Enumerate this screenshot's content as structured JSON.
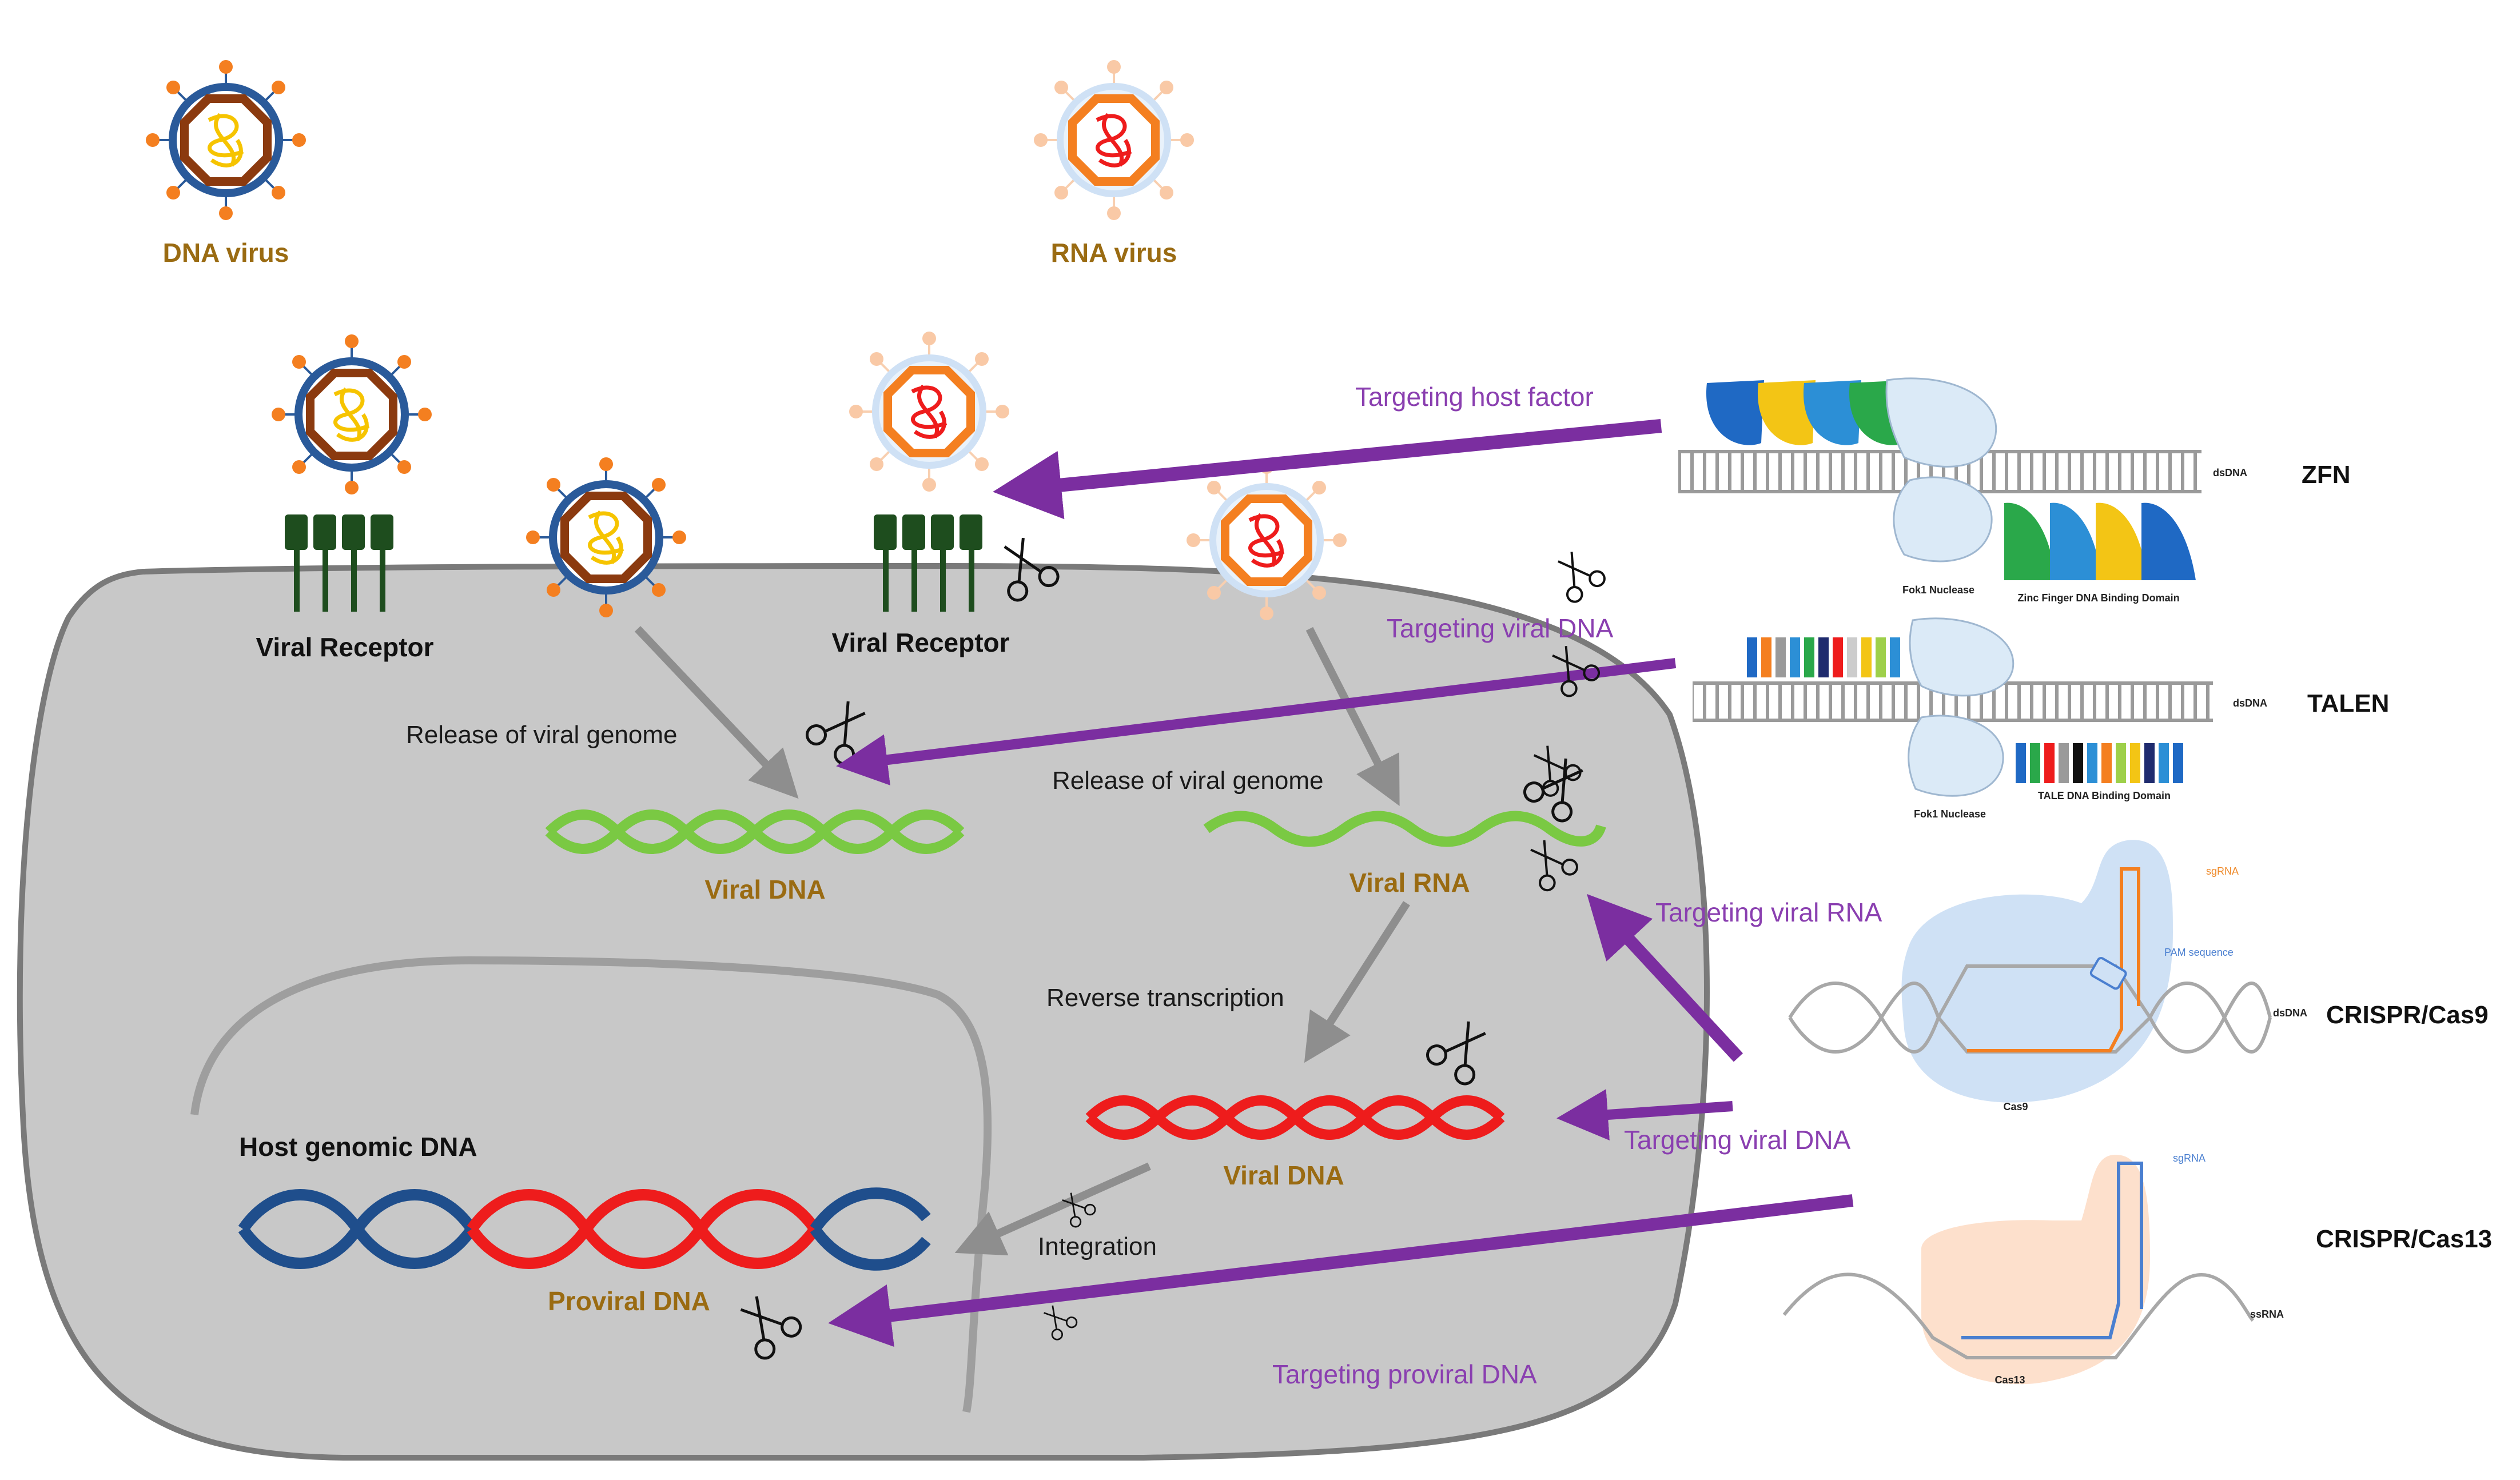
{
  "labels": {
    "dna_virus": "DNA virus",
    "rna_virus": "RNA virus",
    "viral_receptor_1": "Viral Receptor",
    "viral_receptor_2": "Viral Receptor",
    "release_1": "Release  of viral genome",
    "release_2": "Release  of viral genome",
    "viral_dna_1": "Viral DNA",
    "viral_rna": "Viral RNA",
    "reverse_transcription": "Reverse  transcription",
    "viral_dna_2": "Viral DNA",
    "host_genomic_dna": "Host genomic DNA",
    "proviral_dna": "Proviral DNA",
    "integration": "Integration"
  },
  "targeting": {
    "host_factor": "Targeting  host factor",
    "viral_dna_1": "Targeting  viral DNA",
    "viral_rna": "Targeting  viral RNA",
    "viral_dna_2": "Targeting  viral DNA",
    "proviral_dna": "Targeting  proviral DNA"
  },
  "tools": {
    "zfn": {
      "name": "ZFN",
      "dsdna": "dsDNA",
      "fok1": "Fok1 Nuclease",
      "domain": "Zinc Finger DNA Binding Domain"
    },
    "talen": {
      "name": "TALEN",
      "dsdna": "dsDNA",
      "fok1": "Fok1 Nuclease",
      "domain": "TALE DNA Binding Domain"
    },
    "cas9": {
      "name": "CRISPR/Cas9",
      "dsdna": "dsDNA",
      "sgrna": "sgRNA",
      "pam": "PAM sequence",
      "protein": "Cas9"
    },
    "cas13": {
      "name": "CRISPR/Cas13",
      "ssrna": "ssRNA",
      "sgrna": "sgRNA",
      "protein": "Cas13"
    }
  },
  "colors": {
    "cell": "#c8c8c8",
    "cell_border": "#7a7a7a",
    "arrow_purple": "#7b2ea0",
    "arrow_grey": "#8e8e8e",
    "viral_dna_green": "#7ac943",
    "viral_dna_red": "#ee1c1c",
    "host_blue": "#1f4e8c",
    "receptor_green": "#1e4d1e",
    "dna_capsid": "#8b3a0f",
    "dna_envelope": "#2a5a9a",
    "rna_capsid": "#f47f20",
    "rna_envelope": "#cfe1f5"
  },
  "icons": [
    "scissors-icon",
    "dna-virus-icon",
    "rna-virus-icon",
    "viral-receptor-icon"
  ]
}
